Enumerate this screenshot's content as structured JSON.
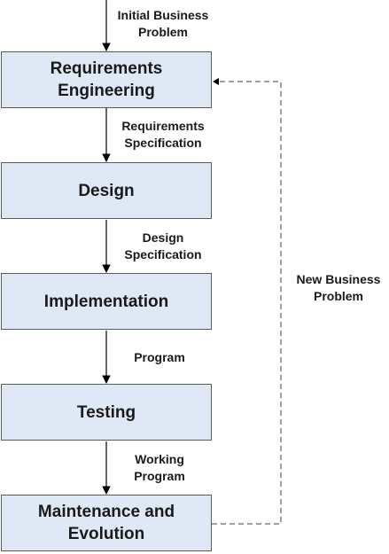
{
  "stages": [
    {
      "id": "requirements",
      "label": "Requirements\nEngineering"
    },
    {
      "id": "design",
      "label": "Design"
    },
    {
      "id": "implementation",
      "label": "Implementation"
    },
    {
      "id": "testing",
      "label": "Testing"
    },
    {
      "id": "maintenance",
      "label": "Maintenance and\nEvolution"
    }
  ],
  "flows": [
    {
      "id": "initial",
      "label": "Initial Business\nProblem"
    },
    {
      "id": "req-spec",
      "label": "Requirements\nSpecification"
    },
    {
      "id": "design-spec",
      "label": "Design\nSpecification"
    },
    {
      "id": "program",
      "label": "Program"
    },
    {
      "id": "working-program",
      "label": "Working\nProgram"
    }
  ],
  "feedback": {
    "label": "New Business\nProblem",
    "style": "dashed"
  },
  "colors": {
    "box_fill": "#dfe9f6",
    "box_border": "#5a5a5a",
    "arrow": "#000000",
    "feedback_line": "#808080"
  }
}
